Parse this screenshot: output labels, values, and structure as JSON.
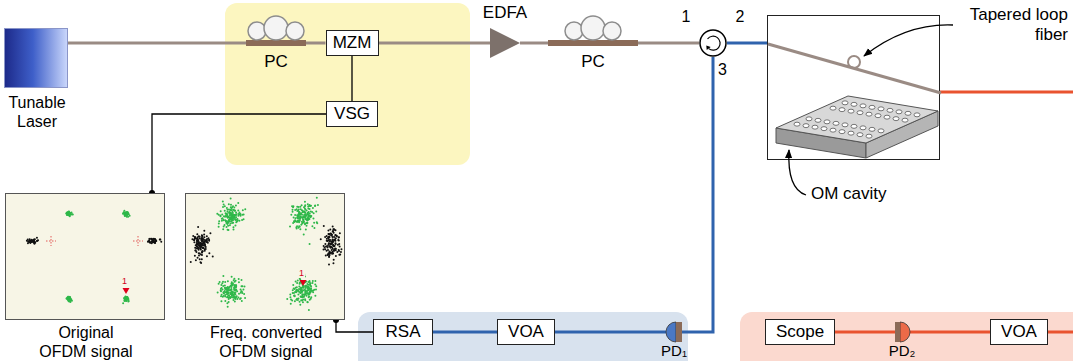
{
  "diagram": {
    "nodes": [
      {
        "text": [
          "Tunable Laser"
        ]
      },
      {
        "text": [
          "PC"
        ]
      },
      {
        "text": [
          "MZM"
        ]
      },
      {
        "text": [
          "VSG"
        ]
      },
      {
        "text": [
          "EDFA"
        ]
      },
      {
        "text": [
          "PC"
        ]
      },
      {
        "text": [
          "1",
          "2",
          "3"
        ]
      },
      {
        "text": [
          "Tapered loop fiber",
          "OM cavity"
        ]
      },
      {
        "text": [
          "Original OFDM signal"
        ]
      },
      {
        "text": [
          "Freq. converted OFDM signal"
        ]
      },
      {
        "text": [
          "RSA"
        ]
      },
      {
        "text": [
          "VOA"
        ]
      },
      {
        "text": [
          "PD₁"
        ]
      },
      {
        "text": [
          "Scope"
        ]
      },
      {
        "text": [
          "PD₂"
        ]
      },
      {
        "text": [
          "VOA"
        ]
      }
    ],
    "edges": [
      {
        "from": 0,
        "to": 1,
        "arrow": "none"
      },
      {
        "from": 1,
        "to": 2,
        "arrow": "none"
      },
      {
        "from": 3,
        "to": 2,
        "arrow": "none"
      },
      {
        "from": 2,
        "to": 4,
        "arrow": "none"
      },
      {
        "from": 4,
        "to": 5,
        "arrow": "none"
      },
      {
        "from": 5,
        "to": 6,
        "arrow": "none"
      },
      {
        "from": 6,
        "to": 7,
        "arrow": "none"
      },
      {
        "from": 6,
        "to": 12,
        "arrow": "none"
      },
      {
        "from": 12,
        "to": 11,
        "arrow": "none"
      },
      {
        "from": 11,
        "to": 10,
        "arrow": "none"
      },
      {
        "from": 3,
        "to": 8,
        "arrow": "none"
      },
      {
        "from": 10,
        "to": 9,
        "arrow": "none"
      },
      {
        "from": 15,
        "to": 14,
        "arrow": "none"
      },
      {
        "from": 14,
        "to": 13,
        "arrow": "none"
      }
    ],
    "labels": [
      "1",
      "1"
    ]
  }
}
